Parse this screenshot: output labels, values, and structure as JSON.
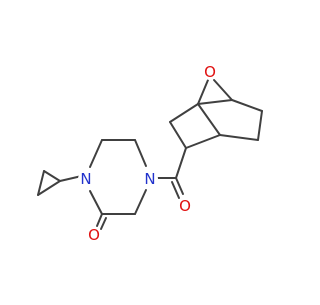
{
  "molecule": {
    "atoms": {
      "n1": "N",
      "n4": "N",
      "o_carbonyl_ring": "O",
      "o_amide": "O",
      "o_bridge": "O"
    }
  }
}
